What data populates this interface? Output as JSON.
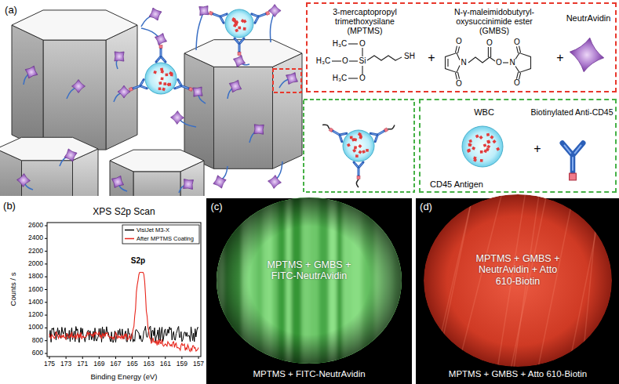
{
  "diagram": {
    "nodes": [
      {
        "text": [
          "3-mercaptopropyl trimethoxysilane (MPTMS)",
          "+",
          "N-γ-maleimidobutyryl-oxysuccinimide ester (GMBS)",
          "+",
          "NeutrAvidin"
        ]
      },
      {
        "text": [
          "WBC",
          "CD45 Antigen",
          "+",
          "Biotinylated Anti-CD45"
        ]
      },
      {
        "text": [
          "MPTMS + GMBS + FITC-NeutrAvidin",
          "MPTMS + FITC-NeutrAvidin"
        ]
      },
      {
        "text": [
          "MPTMS + GMBS + NeutrAvidin + Atto 610-Biotin",
          "MPTMS + GMBS + Atto 610-Biotin"
        ]
      }
    ],
    "labels": [
      "(a)",
      "H₃C",
      "O",
      "H₃C",
      "O",
      "Si",
      "SH",
      "H₃C",
      "O",
      "O",
      "O",
      "O",
      "N",
      "O",
      "N",
      "O",
      "O",
      "(b)",
      "XPS S2p Scan",
      "S2p",
      "2600",
      "2400",
      "2200",
      "2000",
      "1800",
      "1600",
      "1400",
      "1200",
      "1000",
      "800",
      "600",
      "175",
      "173",
      "171",
      "169",
      "167",
      "165",
      "163",
      "161",
      "159",
      "157",
      "Counts / s",
      "Binding Energy (eV)",
      "(c)",
      "(d)"
    ],
    "legend": [
      {
        "text": "VisiJet M3-X"
      },
      {
        "text": "After MPTMS Coating"
      }
    ]
  }
}
